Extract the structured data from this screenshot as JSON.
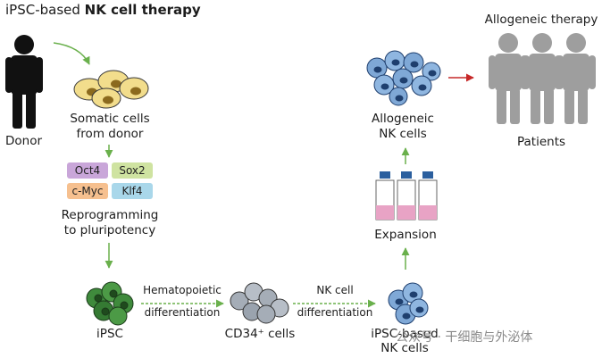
{
  "title_prefix": "iPSC-based ",
  "title_bold": "NK cell therapy",
  "labels": {
    "donor": "Donor",
    "somatic_1": "Somatic cells",
    "somatic_2": "from donor",
    "reprog_1": "Reprogramming",
    "reprog_2": "to pluripotency",
    "ipsc": "iPSC",
    "hema_1": "Hematopoietic",
    "hema_2": "differentiation",
    "cd34": "CD34⁺ cells",
    "nk_diff_1": "NK cell",
    "nk_diff_2": "differentiation",
    "ipsc_nk_1": "iPSC-based",
    "ipsc_nk_2": "NK cells",
    "expansion": "Expansion",
    "allo_1": "Allogeneic",
    "allo_2": "NK cells",
    "allo_therapy": "Allogeneic therapy",
    "patients": "Patients"
  },
  "factors": [
    {
      "label": "Oct4",
      "color": "#c9a6d9"
    },
    {
      "label": "Sox2",
      "color": "#cfe3a1"
    },
    {
      "label": "c-Myc",
      "color": "#f6c08f"
    },
    {
      "label": "Klf4",
      "color": "#a9d7ea"
    }
  ],
  "watermark": "公众号 · 干细胞与外泌体",
  "colors": {
    "arrow_green": "#6ab04c",
    "arrow_red": "#c62828",
    "somatic_cell": "#f2dd8c",
    "somatic_nucleus": "#8b6a1e",
    "ipsc_cell": "#3f8a3c",
    "cd34_cell": "#a5adb7",
    "nk_cell": "#7fa8d6",
    "nk_nucleus": "#1f3f6e",
    "patient": "#9e9e9e",
    "donor": "#111111"
  }
}
